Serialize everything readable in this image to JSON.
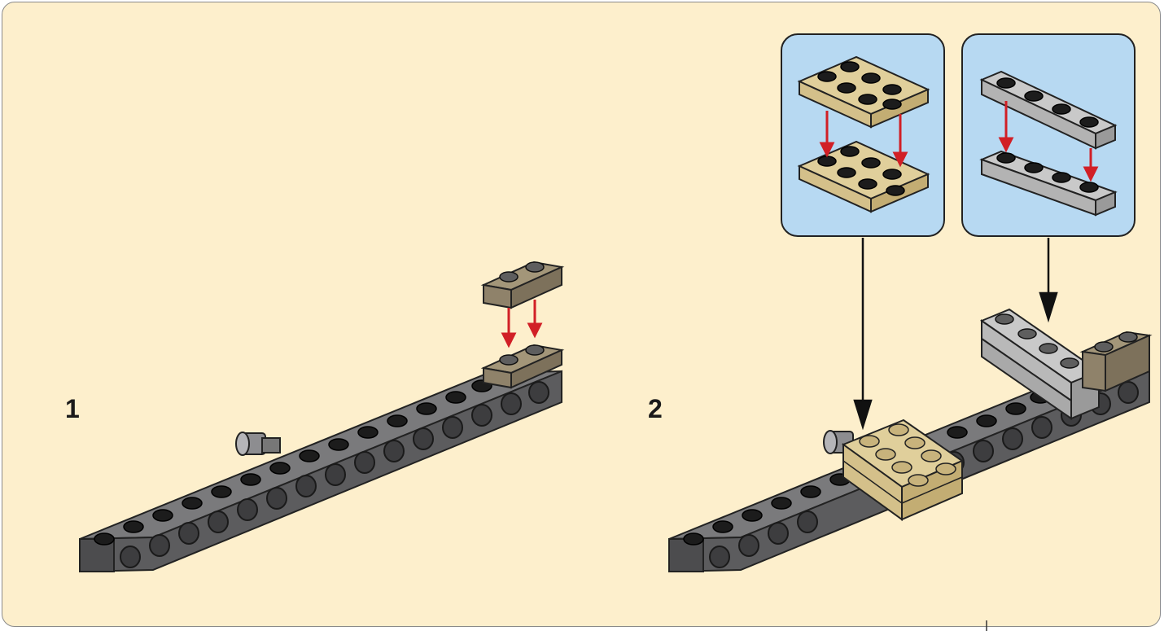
{
  "steps": [
    {
      "number": "1"
    },
    {
      "number": "2"
    }
  ],
  "colors": {
    "background": "#fdefcc",
    "callout_bg": "#b7d9f2",
    "dark_gray_brick": "#5c5c5e",
    "tan_plate": "#d4c08a",
    "dark_tan_plate": "#8f826a",
    "light_gray_plate": "#b9b9b9",
    "arrow_red": "#d11f26",
    "stud_black": "#1c1c1c"
  },
  "icons": [
    "technic-beam",
    "axle-pin",
    "plate-2x4-tan",
    "plate-1x4-gray",
    "plate-1x2-dark-tan",
    "arrow-down-red",
    "pointer-arrow-black"
  ]
}
